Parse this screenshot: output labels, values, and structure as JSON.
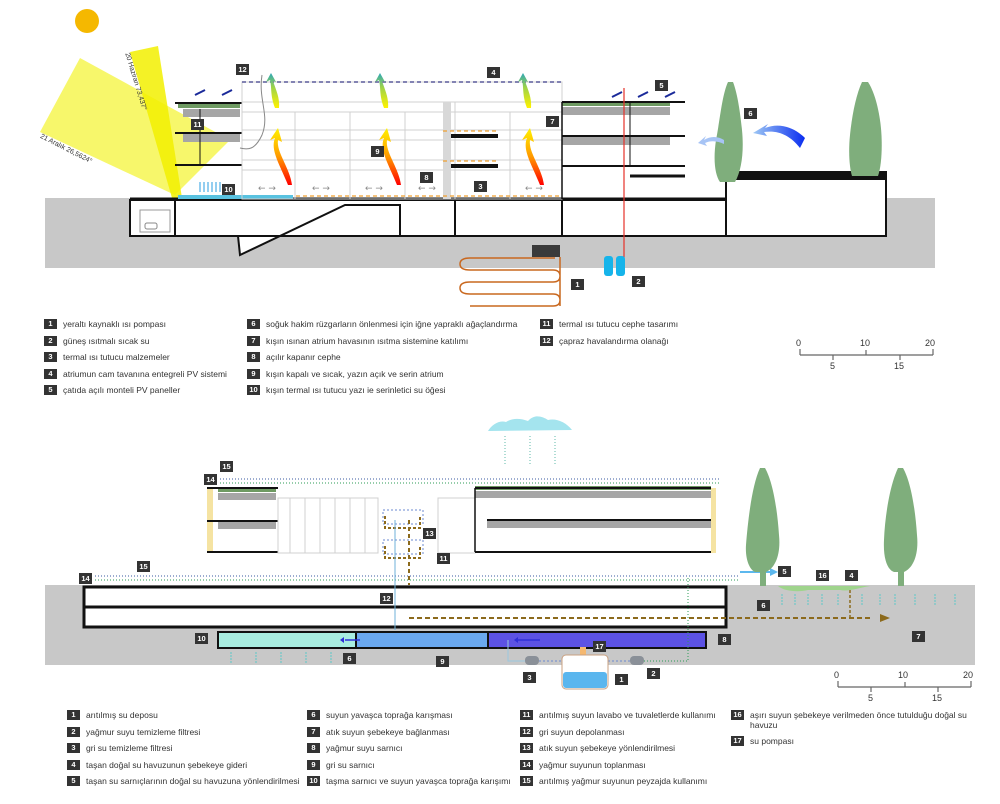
{
  "top_section": {
    "title": "Isıtma / soğutma kesiti",
    "sun_angles": {
      "summer": "20 Haziran 73,437°",
      "winter": "21 Aralık 26,5624°"
    },
    "tags": [
      "12",
      "4",
      "5",
      "11",
      "7",
      "6",
      "9",
      "8",
      "3",
      "10",
      "1",
      "2"
    ],
    "legend": [
      {
        "num": "1",
        "text": "yeraltı kaynaklı ısı pompası"
      },
      {
        "num": "2",
        "text": "güneş ısıtmalı sıcak su"
      },
      {
        "num": "3",
        "text": "termal ısı tutucu malzemeler"
      },
      {
        "num": "4",
        "text": "atriumun cam tavanına entegreli PV sistemi"
      },
      {
        "num": "5",
        "text": "çatıda açılı monteli PV paneller"
      },
      {
        "num": "6",
        "text": "soğuk hakim rüzgarların önlenmesi için iğne yapraklı ağaçlandırma"
      },
      {
        "num": "7",
        "text": "kışın ısınan atrium havasının ısıtma sistemine katılımı"
      },
      {
        "num": "8",
        "text": "açılır kapanır cephe"
      },
      {
        "num": "9",
        "text": "kışın kapalı ve sıcak, yazın açık ve serin atrium"
      },
      {
        "num": "10",
        "text": "kışın termal ısı tutucu yazı ie serinletici su öğesi"
      },
      {
        "num": "11",
        "text": "termal ısı tutucu cephe tasarımı"
      },
      {
        "num": "12",
        "text": "çapraz havalandırma olanağı"
      }
    ],
    "scale": {
      "ticks_top": [
        "0",
        "10",
        "20"
      ],
      "ticks_bottom": [
        "5",
        "15"
      ]
    }
  },
  "bottom_section": {
    "title": "Su yönetimi kesiti",
    "tags": [
      "15",
      "14",
      "13",
      "11",
      "15",
      "14",
      "12",
      "10",
      "6",
      "9",
      "17",
      "3",
      "1",
      "2",
      "8",
      "5",
      "16",
      "4",
      "6",
      "7"
    ],
    "legend": [
      {
        "num": "1",
        "text": "arıtılmış su deposu"
      },
      {
        "num": "2",
        "text": "yağmur suyu temizleme filtresi"
      },
      {
        "num": "3",
        "text": "gri su temizleme filtresi"
      },
      {
        "num": "4",
        "text": "taşan doğal su havuzunun şebekeye gideri"
      },
      {
        "num": "5",
        "text": "taşan su sarnıçlarının doğal su havuzuna yönlendirilmesi"
      },
      {
        "num": "6",
        "text": "suyun yavaşca toprağa karışması"
      },
      {
        "num": "7",
        "text": "atık suyun şebekeye bağlanması"
      },
      {
        "num": "8",
        "text": "yağmur suyu sarnıcı"
      },
      {
        "num": "9",
        "text": "gri su sarnıcı"
      },
      {
        "num": "10",
        "text": "taşma sarnıcı ve suyun yavaşca toprağa karışımı"
      },
      {
        "num": "11",
        "text": "arıtılmış suyun lavabo ve tuvaletlerde kullanımı"
      },
      {
        "num": "12",
        "text": "gri suyun depolanması"
      },
      {
        "num": "13",
        "text": "atık suyun şebekeye yönlendirilmesi"
      },
      {
        "num": "14",
        "text": "yağmur suyunun toplanması"
      },
      {
        "num": "15",
        "text": "arıtılmış yağmur suyunun peyzajda kullanımı"
      },
      {
        "num": "16",
        "text": "aşırı suyun şebekeye verilmeden önce tutulduğu doğal su havuzu"
      },
      {
        "num": "17",
        "text": "su pompası"
      }
    ],
    "scale": {
      "ticks_top": [
        "0",
        "10",
        "20"
      ],
      "ticks_bottom": [
        "5",
        "15"
      ]
    }
  },
  "colors": {
    "ground": "#c8c8c8",
    "sun": "#f5b800",
    "sunlight": "#f4f43a",
    "tree": "#7fae7c",
    "green_roof": "#6e9a62",
    "slab_grey": "#a6a6a6",
    "geothermal": "#c9681f",
    "solar_tank": "#16b4ea",
    "riser": "#e5312a",
    "overflow_tank": "#a8ede0",
    "grey_tank": "#6aa8ef",
    "rain_tank": "#5c52e4",
    "waste": "#8c6a1c",
    "cloud": "#a4e4ee"
  }
}
